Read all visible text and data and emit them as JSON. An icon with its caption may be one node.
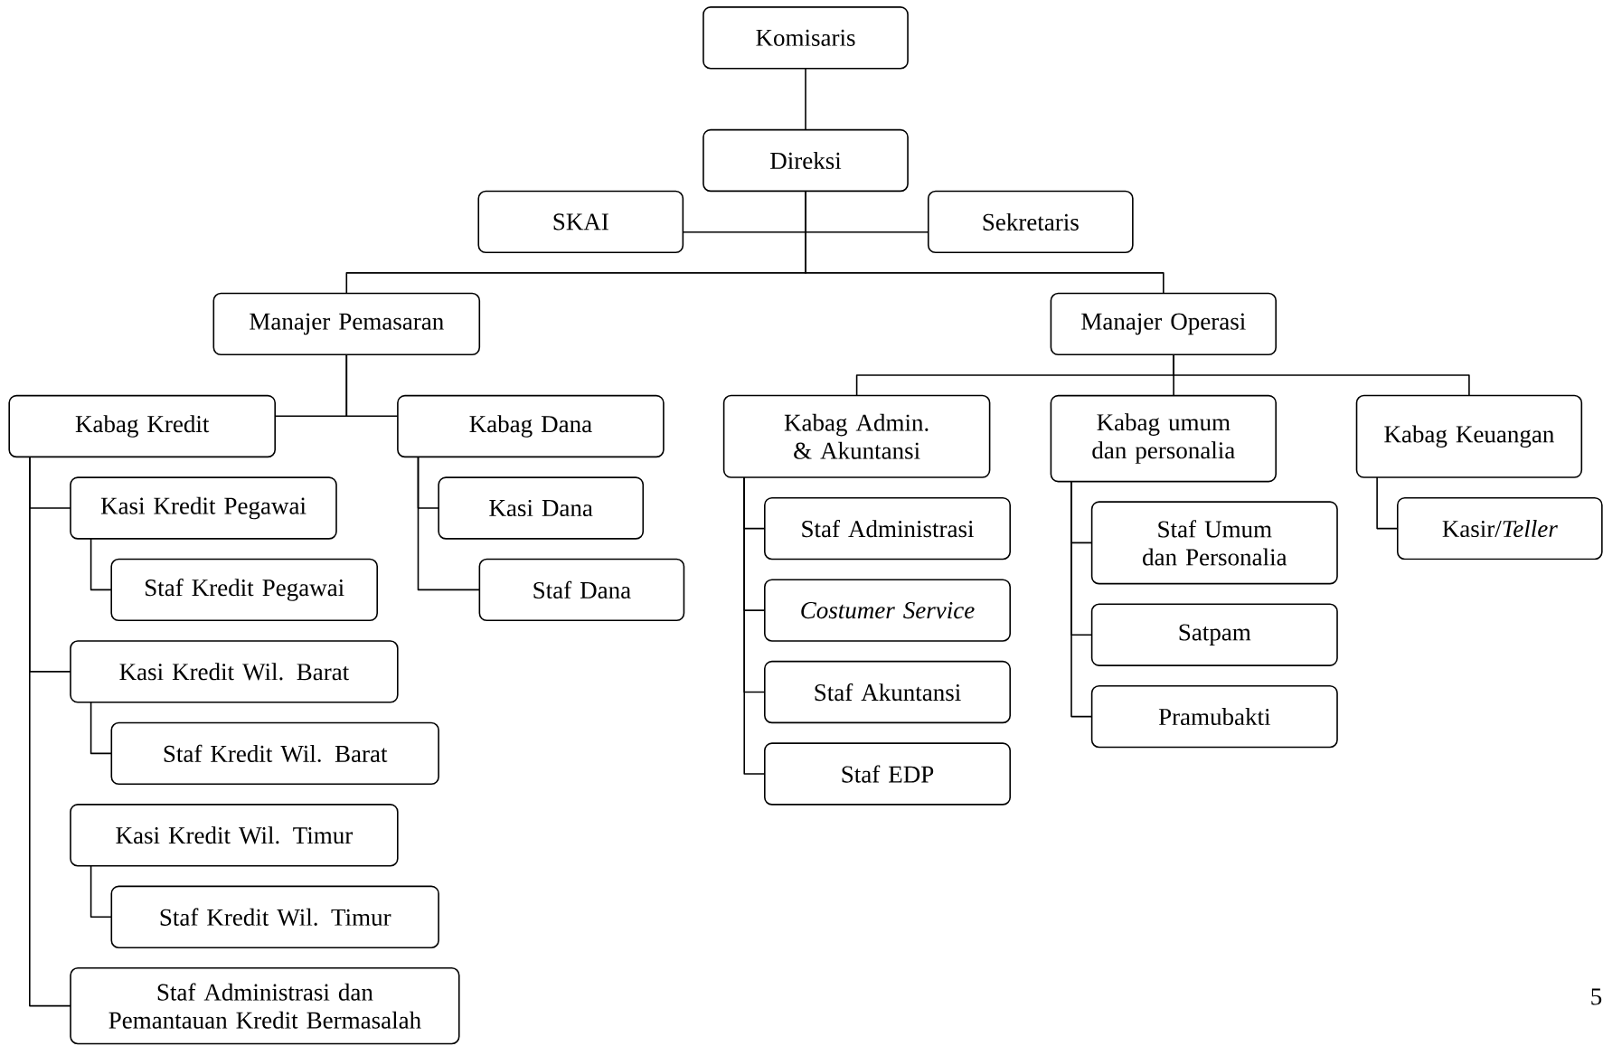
{
  "diagram": {
    "nodes": [
      {
        "text": [
          "Komisaris"
        ]
      },
      {
        "text": [
          "Direksi"
        ]
      },
      {
        "text": [
          "SKAI"
        ]
      },
      {
        "text": [
          "Sekretaris"
        ]
      },
      {
        "text": [
          "Manajer Pemasaran"
        ]
      },
      {
        "text": [
          "Manajer Operasi"
        ]
      },
      {
        "text": [
          "Kabag Kredit"
        ]
      },
      {
        "text": [
          "Kasi Kredit Pegawai"
        ]
      },
      {
        "text": [
          "Staf Kredit Pegawai"
        ]
      },
      {
        "text": [
          "Kasi Kredit Wil. Barat"
        ]
      },
      {
        "text": [
          "Staf Kredit Wil. Barat"
        ]
      },
      {
        "text": [
          "Kasi Kredit Wil. Timur"
        ]
      },
      {
        "text": [
          "Staf Kredit Wil. Timur"
        ]
      },
      {
        "text": [
          "Staf Administrasi dan Pemantauan Kredit Bermasalah"
        ]
      },
      {
        "text": [
          "Kabag Dana"
        ]
      },
      {
        "text": [
          "Kasi Dana"
        ]
      },
      {
        "text": [
          "Staf Dana"
        ]
      },
      {
        "text": [
          "Kabag Admin. & Akuntansi"
        ]
      },
      {
        "text": [
          "Staf Administrasi"
        ]
      },
      {
        "text": [
          "Costumer Service"
        ]
      },
      {
        "text": [
          "Staf Akuntansi"
        ]
      },
      {
        "text": [
          "Staf EDP"
        ]
      },
      {
        "text": [
          "Kabag umum dan personalia"
        ]
      },
      {
        "text": [
          "Staf Umum dan Personalia"
        ]
      },
      {
        "text": [
          "Satpam"
        ]
      },
      {
        "text": [
          "Pramubakti"
        ]
      },
      {
        "text": [
          "Kabag Keuangan"
        ]
      },
      {
        "text": [
          "Kasir/*Teller*"
        ]
      }
    ],
    "edges": [
      {
        "from": 0,
        "to": 1,
        "arrow": "none"
      },
      {
        "from": 1,
        "to": 2,
        "arrow": "none"
      },
      {
        "from": 1,
        "to": 3,
        "arrow": "none"
      },
      {
        "from": 1,
        "to": 4,
        "arrow": "none"
      },
      {
        "from": 1,
        "to": 5,
        "arrow": "none"
      },
      {
        "from": 4,
        "to": 6,
        "arrow": "none"
      },
      {
        "from": 4,
        "to": 14,
        "arrow": "none"
      },
      {
        "from": 6,
        "to": 7,
        "arrow": "none"
      },
      {
        "from": 7,
        "to": 8,
        "arrow": "none"
      },
      {
        "from": 6,
        "to": 9,
        "arrow": "none"
      },
      {
        "from": 9,
        "to": 10,
        "arrow": "none"
      },
      {
        "from": 11,
        "to": 12,
        "arrow": "none"
      },
      {
        "from": 6,
        "to": 13,
        "arrow": "none"
      },
      {
        "from": 14,
        "to": 15,
        "arrow": "none"
      },
      {
        "from": 14,
        "to": 16,
        "arrow": "none"
      },
      {
        "from": 5,
        "to": 17,
        "arrow": "none"
      },
      {
        "from": 5,
        "to": 22,
        "arrow": "none"
      },
      {
        "from": 5,
        "to": 26,
        "arrow": "none"
      },
      {
        "from": 17,
        "to": 18,
        "arrow": "none"
      },
      {
        "from": 17,
        "to": 19,
        "arrow": "none"
      },
      {
        "from": 17,
        "to": 20,
        "arrow": "none"
      },
      {
        "from": 17,
        "to": 21,
        "arrow": "none"
      },
      {
        "from": 22,
        "to": 23,
        "arrow": "none"
      },
      {
        "from": 22,
        "to": 24,
        "arrow": "none"
      },
      {
        "from": 22,
        "to": 25,
        "arrow": "none"
      },
      {
        "from": 26,
        "to": 27,
        "arrow": "none"
      }
    ],
    "labels": [
      "5"
    ]
  }
}
